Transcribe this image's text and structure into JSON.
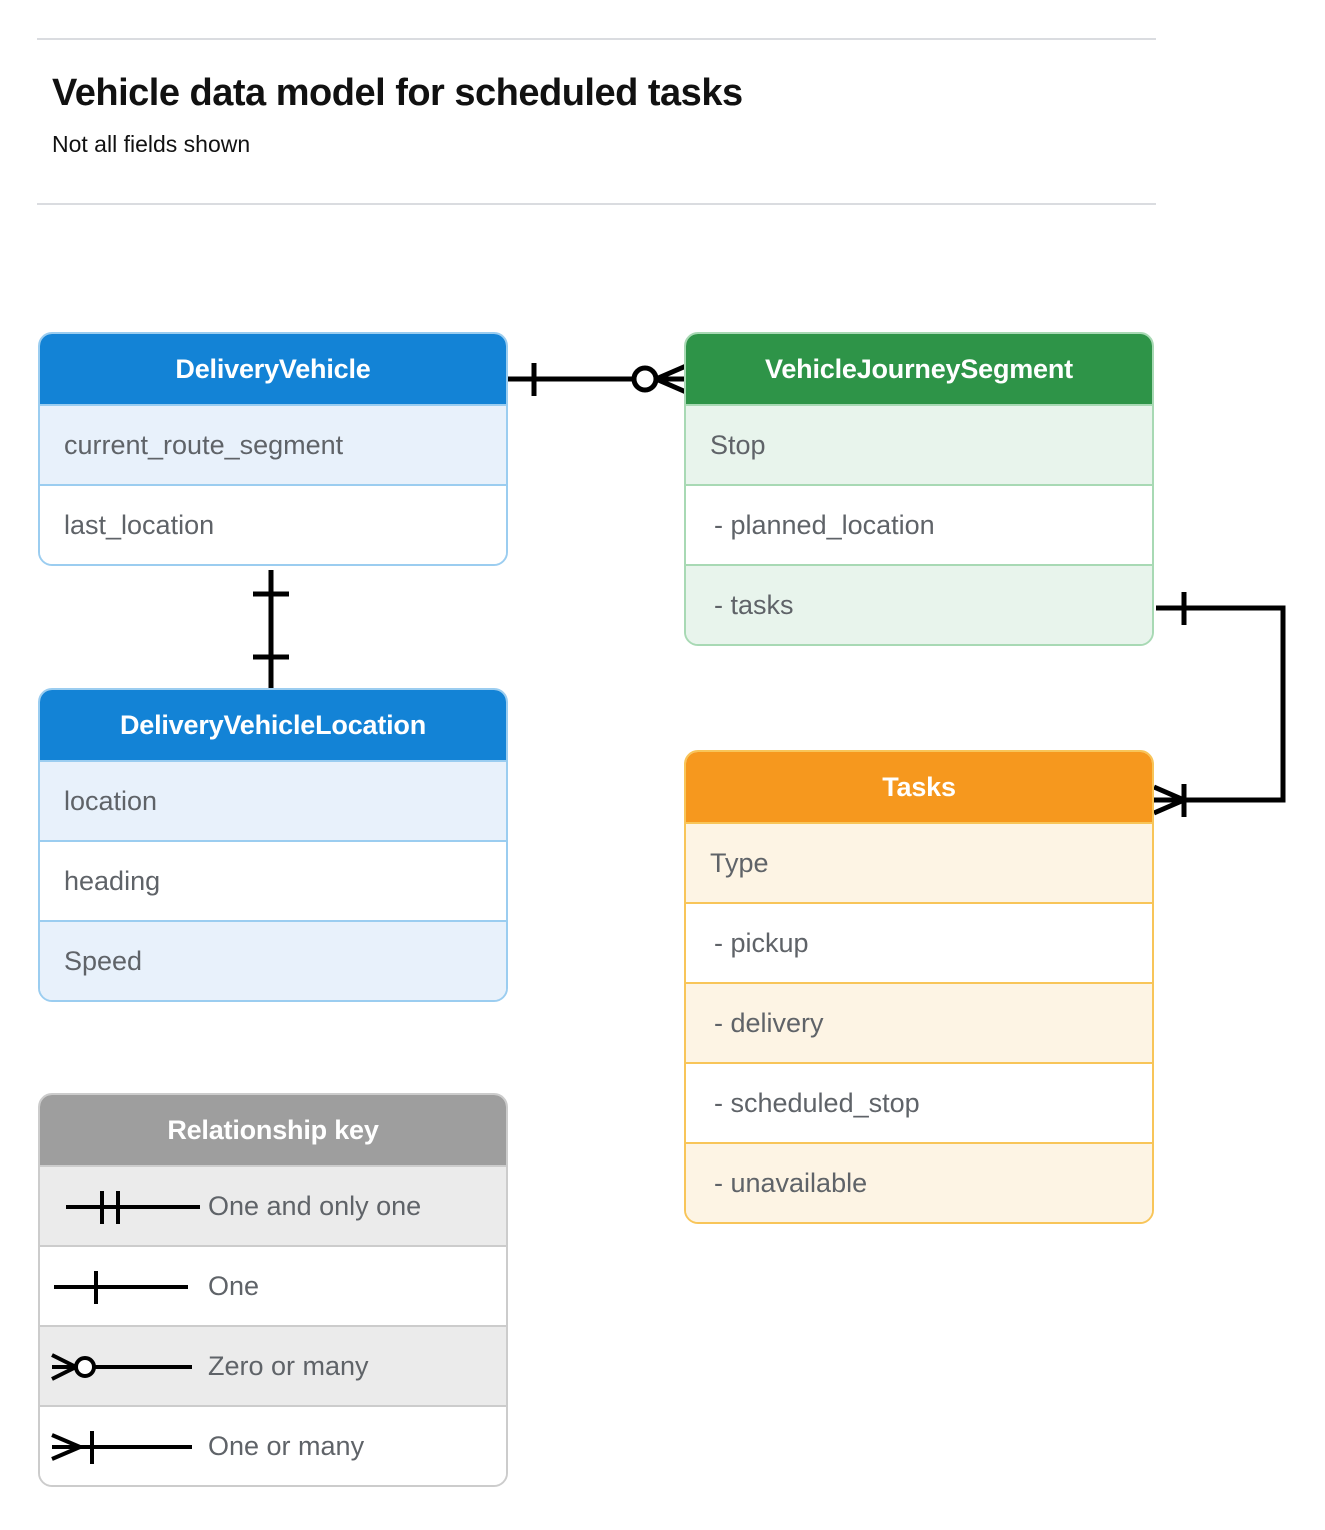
{
  "header": {
    "title": "Vehicle data model for scheduled tasks",
    "subtitle": "Not all fields shown"
  },
  "colors": {
    "blue_header": "#1383d6",
    "blue_row_tint": "#e8f1fb",
    "blue_border": "#9bcdf0",
    "green_header": "#2e9448",
    "green_row_tint": "#e8f4ec",
    "green_border": "#a8d9b4",
    "orange_header": "#f6981e",
    "orange_row_tint": "#fdf4e4",
    "orange_border": "#f8c559",
    "gray_header": "#9e9e9e",
    "gray_row_tint": "#ebebeb",
    "gray_border": "#cccccc",
    "row_text": "#5f6368",
    "rule": "#dadce0",
    "connector": "#000000"
  },
  "entities": [
    {
      "id": "delivery-vehicle",
      "title": "DeliveryVehicle",
      "theme": "blue",
      "rows": [
        {
          "label": "current_route_segment",
          "tint": true,
          "indent": false
        },
        {
          "label": "last_location",
          "tint": false,
          "indent": false
        }
      ]
    },
    {
      "id": "vehicle-journey-segment",
      "title": "VehicleJourneySegment",
      "theme": "green",
      "rows": [
        {
          "label": "Stop",
          "tint": true,
          "indent": false
        },
        {
          "label": "-  planned_location",
          "tint": false,
          "indent": true
        },
        {
          "label": "- tasks",
          "tint": true,
          "indent": true
        }
      ]
    },
    {
      "id": "delivery-vehicle-location",
      "title": "DeliveryVehicleLocation",
      "theme": "blue",
      "rows": [
        {
          "label": "location",
          "tint": true,
          "indent": false
        },
        {
          "label": "heading",
          "tint": false,
          "indent": false
        },
        {
          "label": "Speed",
          "tint": true,
          "indent": false
        }
      ]
    },
    {
      "id": "tasks",
      "title": "Tasks",
      "theme": "orange",
      "rows": [
        {
          "label": "Type",
          "tint": true,
          "indent": false
        },
        {
          "label": "-  pickup",
          "tint": false,
          "indent": true
        },
        {
          "label": "-  delivery",
          "tint": true,
          "indent": true
        },
        {
          "label": "-  scheduled_stop",
          "tint": false,
          "indent": true
        },
        {
          "label": "-  unavailable",
          "tint": true,
          "indent": true
        }
      ]
    }
  ],
  "legend": {
    "title": "Relationship key",
    "items": [
      {
        "symbol": "one-and-only-one",
        "label": "One and only one",
        "tint": true
      },
      {
        "symbol": "one",
        "label": "One",
        "tint": false
      },
      {
        "symbol": "zero-or-many",
        "label": "Zero or many",
        "tint": true
      },
      {
        "symbol": "one-or-many",
        "label": "One or many",
        "tint": false
      }
    ]
  },
  "relationships": [
    {
      "id": "dv-to-vjs",
      "from": "DeliveryVehicle",
      "to": "VehicleJourneySegment",
      "from_cardinality": "One",
      "to_cardinality": "Zero or many"
    },
    {
      "id": "dv-to-dvl",
      "from": "DeliveryVehicle",
      "to": "DeliveryVehicleLocation",
      "from_cardinality": "One",
      "to_cardinality": "One"
    },
    {
      "id": "vjs-tasks-to-tasks",
      "from": "VehicleJourneySegment.tasks",
      "to": "Tasks",
      "from_cardinality": "One",
      "to_cardinality": "One or many"
    }
  ]
}
